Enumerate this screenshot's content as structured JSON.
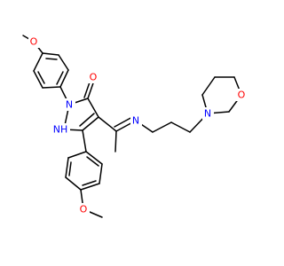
{
  "molecule": {
    "atoms": {
      "o_top": {
        "label": "O",
        "color": "#ff0000"
      },
      "o_keto": {
        "label": "O",
        "color": "#ff0000"
      },
      "n1": {
        "label": "N",
        "color": "#0000ff"
      },
      "n2h": {
        "label": "NH",
        "color": "#0000ff"
      },
      "n_imine": {
        "label": "N",
        "color": "#0000ff"
      },
      "n_morph": {
        "label": "N",
        "color": "#0000ff"
      },
      "o_morph": {
        "label": "O",
        "color": "#ff0000"
      },
      "o_bottom": {
        "label": "O",
        "color": "#ff0000"
      }
    },
    "bond_color": "#000000"
  }
}
